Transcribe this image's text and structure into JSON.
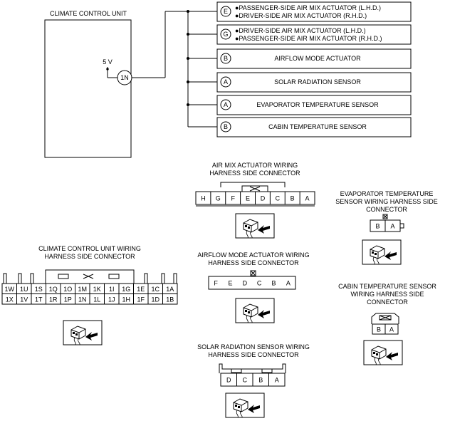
{
  "ccu": {
    "title": "CLIMATE CONTROL UNIT",
    "voltage": "5 V",
    "terminal": "1N"
  },
  "components": [
    {
      "letter": "E",
      "lines": [
        "●PASSENGER-SIDE AIR MIX ACTUATOR (L.H.D.)",
        "●DRIVER-SIDE AIR MIX ACTUATOR (R.H.D.)"
      ]
    },
    {
      "letter": "G",
      "lines": [
        "●DRIVER-SIDE AIR MIX ACTUATOR (L.H.D.)",
        "●PASSENGER-SIDE AIR MIX ACTUATOR (R.H.D.)"
      ]
    },
    {
      "letter": "B",
      "lines": [
        "AIRFLOW MODE ACTUATOR"
      ]
    },
    {
      "letter": "A",
      "lines": [
        "SOLAR RADIATION SENSOR"
      ]
    },
    {
      "letter": "A",
      "lines": [
        "EVAPORATOR TEMPERATURE SENSOR"
      ]
    },
    {
      "letter": "B",
      "lines": [
        "CABIN TEMPERATURE SENSOR"
      ]
    }
  ],
  "connectors": {
    "air_mix": {
      "title": [
        "AIR MIX ACTUATOR WIRING",
        "HARNESS SIDE CONNECTOR"
      ],
      "pins": [
        "H",
        "G",
        "F",
        "E",
        "D",
        "C",
        "B",
        "A"
      ]
    },
    "evaporator": {
      "title": [
        "EVAPORATOR TEMPERATURE",
        "SENSOR WIRING HARNESS SIDE",
        "CONNECTOR"
      ],
      "pins": [
        "B",
        "A"
      ]
    },
    "ccu": {
      "title": [
        "CLIMATE CONTROL UNIT WIRING",
        "HARNESS SIDE CONNECTOR"
      ],
      "rows": [
        [
          "1W",
          "1U",
          "1S",
          "1Q",
          "1O",
          "1M",
          "1K",
          "1I",
          "1G",
          "1E",
          "1C",
          "1A"
        ],
        [
          "1X",
          "1V",
          "1T",
          "1R",
          "1P",
          "1N",
          "1L",
          "1J",
          "1H",
          "1F",
          "1D",
          "1B"
        ]
      ]
    },
    "airflow": {
      "title": [
        "AIRFLOW MODE ACTUATOR WIRING",
        "HARNESS SIDE CONNECTOR"
      ],
      "pins": [
        "F",
        "E",
        "D",
        "C",
        "B",
        "A"
      ]
    },
    "cabin": {
      "title": [
        "CABIN TEMPERATURE SENSOR",
        "WIRING HARNESS SIDE",
        "CONNECTOR"
      ],
      "pins": [
        "B",
        "A"
      ]
    },
    "solar": {
      "title": [
        "SOLAR RADIATION SENSOR WIRING",
        "HARNESS SIDE CONNECTOR"
      ],
      "pins": [
        "D",
        "C",
        "B",
        "A"
      ]
    }
  }
}
